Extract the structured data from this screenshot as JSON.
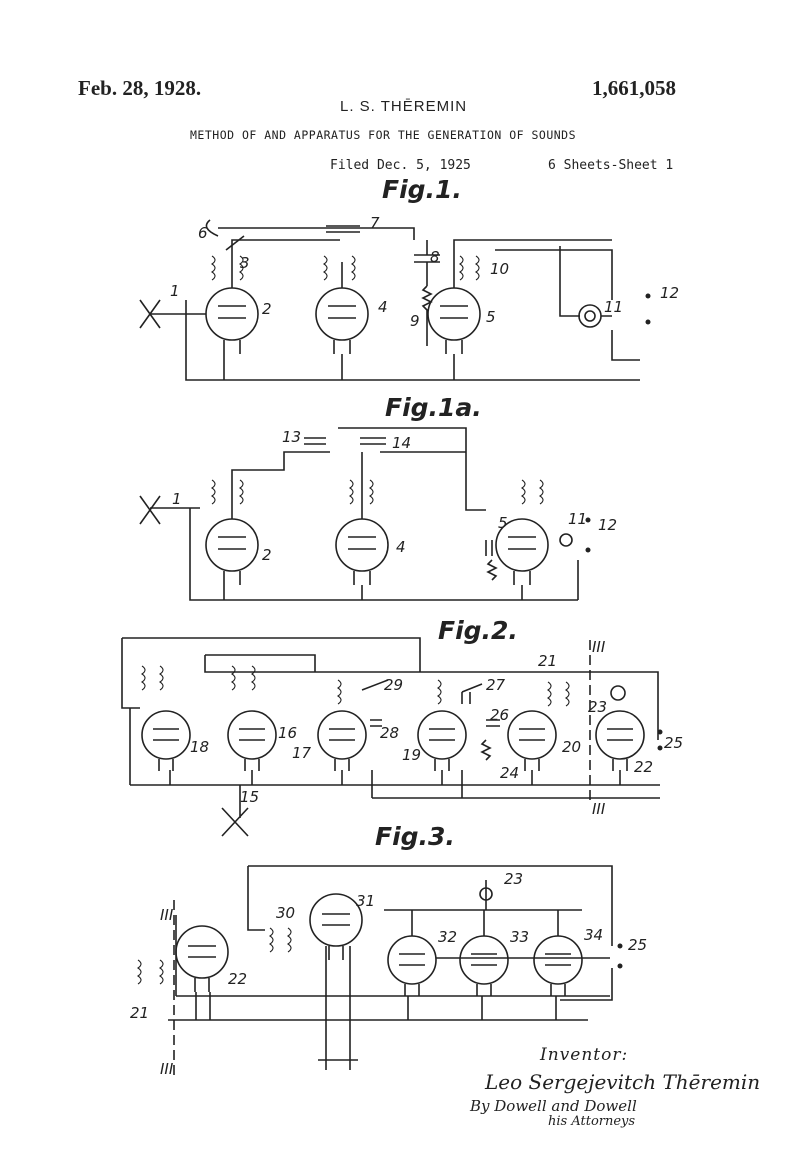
{
  "header": {
    "date": "Feb. 28, 1928.",
    "patent_number": "1,661,058",
    "inventor": "L. S. THĒREMIN",
    "title": "METHOD OF AND APPARATUS FOR THE GENERATION OF SOUNDS",
    "filed": "Filed Dec. 5, 1925",
    "sheet_info": "6 Sheets-Sheet 1"
  },
  "figures": {
    "fig1": {
      "label": "Fig.1.",
      "numerals": {
        "n1": "1",
        "n2": "2",
        "n3": "3",
        "n4": "4",
        "n5": "5",
        "n6": "6",
        "n7": "7",
        "n8": "8",
        "n9": "9",
        "n10": "10",
        "n11": "11",
        "n12": "12"
      }
    },
    "fig1a": {
      "label": "Fig.1a.",
      "numerals": {
        "n1": "1",
        "n2": "2",
        "n4": "4",
        "n5": "5",
        "n11": "11",
        "n12": "12",
        "n13": "13",
        "n14": "14"
      }
    },
    "fig2": {
      "label": "Fig.2.",
      "numerals": {
        "n15": "15",
        "n16": "16",
        "n17": "17",
        "n18": "18",
        "n19": "19",
        "n20": "20",
        "n21": "21",
        "n22": "22",
        "n23": "23",
        "n24": "24",
        "n25": "25",
        "n26": "26",
        "n27": "27",
        "n28": "28",
        "n29": "29",
        "sec_top": "III",
        "sec_bot": "III"
      }
    },
    "fig3": {
      "label": "Fig.3.",
      "numerals": {
        "n21": "21",
        "n22": "22",
        "n25": "25",
        "n30": "30",
        "n31": "31",
        "n32": "32",
        "n33": "33",
        "n34": "34",
        "n23": "23",
        "sec_top": "III",
        "sec_bot": "III"
      }
    }
  },
  "signature": {
    "inventor_heading": "Inventor:",
    "inventor_signature": "Leo Sergejevitch Thēremin",
    "by_line": "By Dowell and Dowell",
    "attorneys": "his Attorneys"
  }
}
